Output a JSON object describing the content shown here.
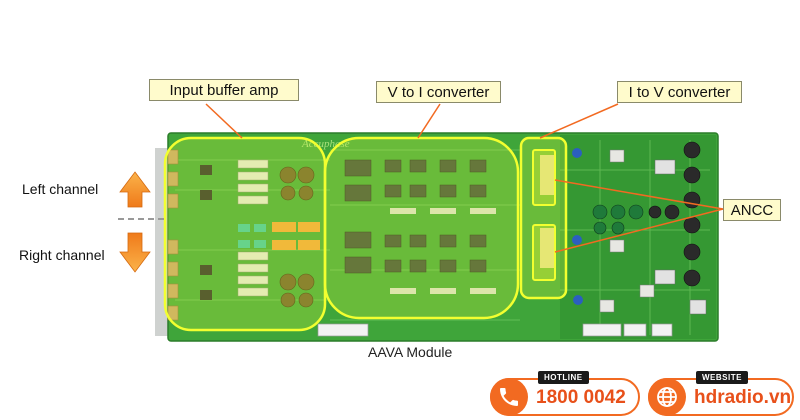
{
  "callouts": {
    "input_buffer": "Input buffer amp",
    "v_to_i": "V to I converter",
    "i_to_v": "I to V converter",
    "ancc": "ANCC"
  },
  "channels": {
    "left": "Left channel",
    "right": "Right channel"
  },
  "caption": "AAVA Module",
  "board_logo": "Accuphase",
  "contact": {
    "hotline_tag": "HOTLINE",
    "hotline_number": "1800 0042",
    "website_tag": "WEBSITE",
    "website_url": "hdradio.vn"
  },
  "colors": {
    "board": "#3fa53a",
    "highlight": "#e6ff3a",
    "callout_fill": "#fffbcc",
    "leader_line": "#f26a21",
    "arrow": "#f59a2a",
    "brand_orange": "#f26a21"
  }
}
